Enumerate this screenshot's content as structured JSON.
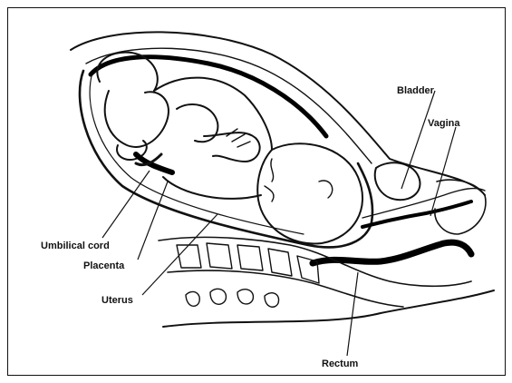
{
  "labels": {
    "bladder": "Bladder",
    "vagina": "Vagina",
    "umbilical_cord": "Umbilical cord",
    "placenta": "Placenta",
    "uterus": "Uterus",
    "rectum": "Rectum"
  }
}
